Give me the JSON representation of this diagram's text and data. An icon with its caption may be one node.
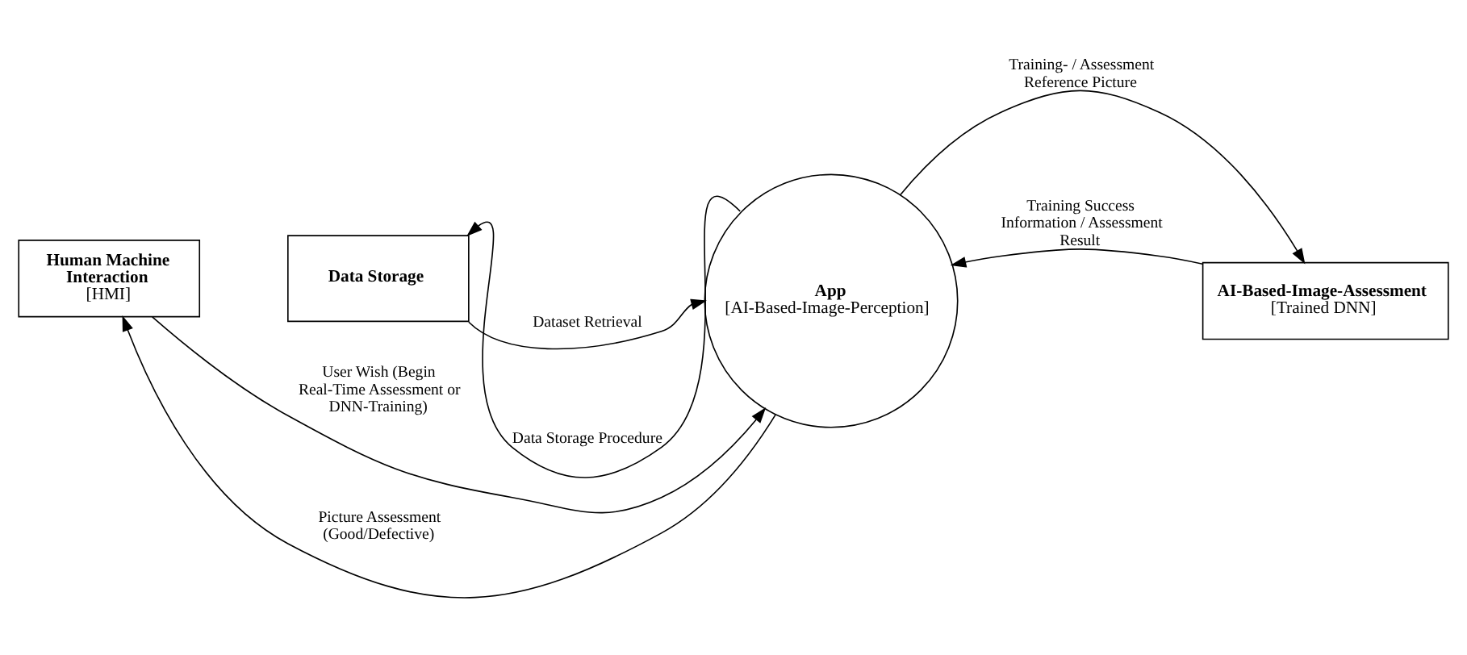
{
  "diagram": {
    "nodes": [
      {
        "text": [
          "Data Storage"
        ]
      },
      {
        "text": [
          "AI-Based-Image-Assessment",
          "[Trained DNN]"
        ]
      },
      {
        "text": [
          "Human Machine Interaction",
          "[HMI]"
        ]
      },
      {
        "text": [
          "App",
          "[AI-Based-Image-Perception]"
        ]
      }
    ],
    "edges": [
      {
        "from": 3,
        "to": 0,
        "arrow": "to",
        "label": "Data Storage Procedure"
      },
      {
        "from": 0,
        "to": 3,
        "arrow": "to",
        "label": "Dataset Retrieval"
      },
      {
        "from": 3,
        "to": 1,
        "arrow": "to",
        "label": "Training- / Assessment Reference Picture"
      },
      {
        "from": 1,
        "to": 3,
        "arrow": "to",
        "label": "Training Success Information / Assessment Result"
      },
      {
        "from": 2,
        "to": 3,
        "arrow": "to",
        "label": "User Wish (Begin Real-Time Assessment or DNN-Training)"
      },
      {
        "from": 3,
        "to": 2,
        "arrow": "to",
        "label": "Picture Assessment (Good/Defective)"
      }
    ]
  }
}
